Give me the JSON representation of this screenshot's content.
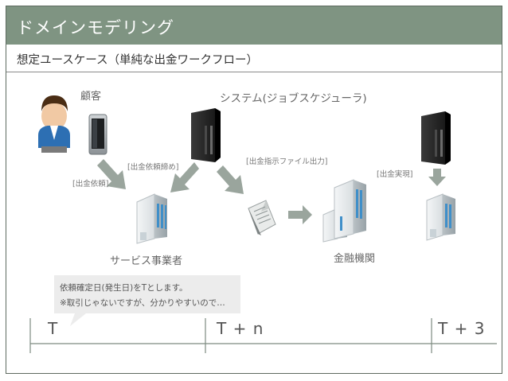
{
  "title": "ドメインモデリング",
  "subtitle": "想定ユースケース（単純な出金ワークフロー）",
  "actors": {
    "customer": "顧客",
    "system": "システム(ジョブスケジューラ)",
    "service_provider": "サービス事業者",
    "financial_institution": "金融機関"
  },
  "flows": {
    "withdraw_request": "[出金依頼]",
    "withdraw_deadline": "[出金依頼締め]",
    "withdraw_file_output": "[出金指示ファイル出力]",
    "withdraw_executed": "[出金実現]"
  },
  "callout": {
    "line1": "依頼確定日(発生日)をTとします。",
    "line2": "※取引じゃないですが、分かりやすいので…"
  },
  "timeline": {
    "t0": "T",
    "t1": "T + n",
    "t2": "T + 3"
  }
}
